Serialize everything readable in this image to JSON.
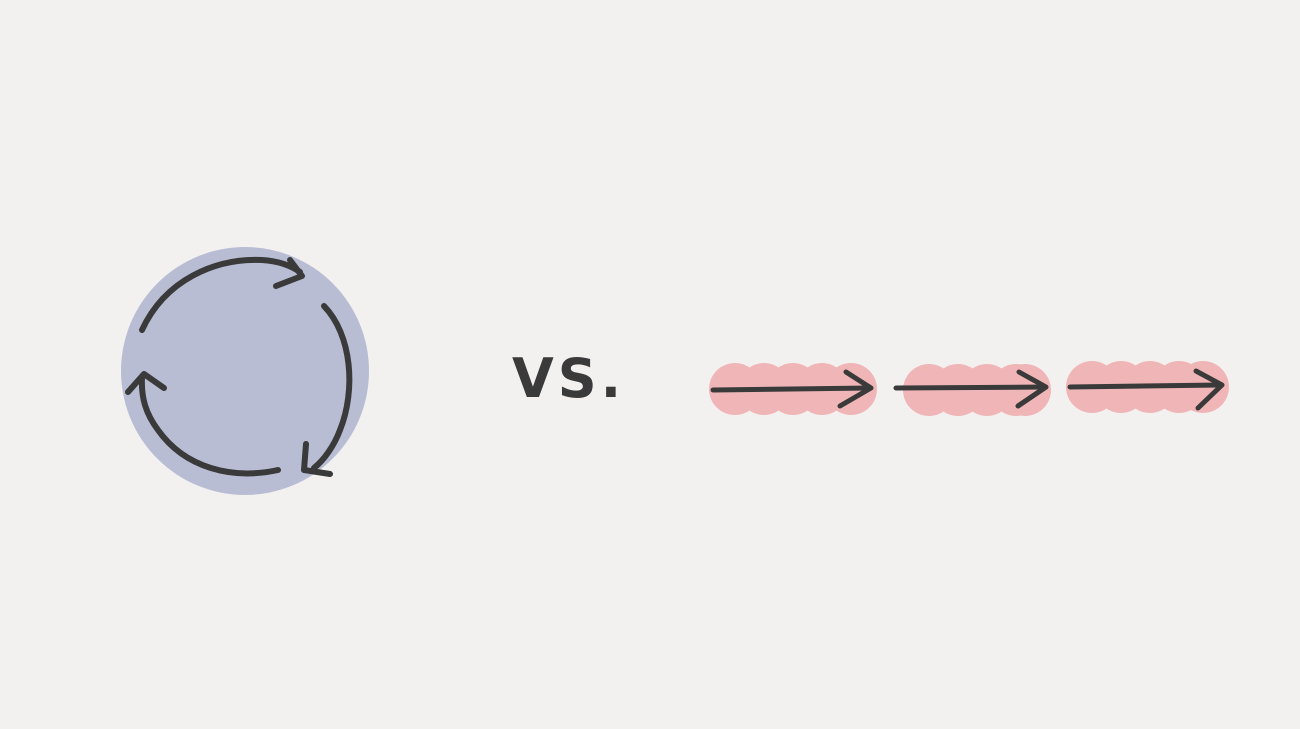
{
  "diagram": {
    "vs_label": "VS.",
    "cycle": {
      "fill_color": "#b8bdd4",
      "arrow_count": 3,
      "icon": "cycle-arrows-icon"
    },
    "linear": {
      "fill_color": "#f0b6b7",
      "arrow_count": 3,
      "icon": "right-arrow-icon"
    },
    "stroke_color": "#3a3a3a",
    "background_color": "#f3f1f0"
  }
}
